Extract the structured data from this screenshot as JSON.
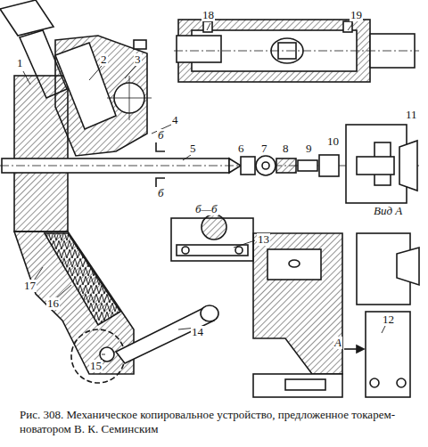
{
  "diagram": {
    "caption": "Рис. 308. Механическое копировальное устройство, предложенное токарем-новатором В. К. Семинским",
    "labels": [
      "18",
      "19",
      "1",
      "2",
      "3",
      "4",
      "б",
      "5",
      "б",
      "6",
      "7",
      "8",
      "9",
      "10",
      "11",
      "Вид А",
      "б—б",
      "13",
      "17",
      "16",
      "14",
      "15",
      "12",
      "А"
    ]
  }
}
